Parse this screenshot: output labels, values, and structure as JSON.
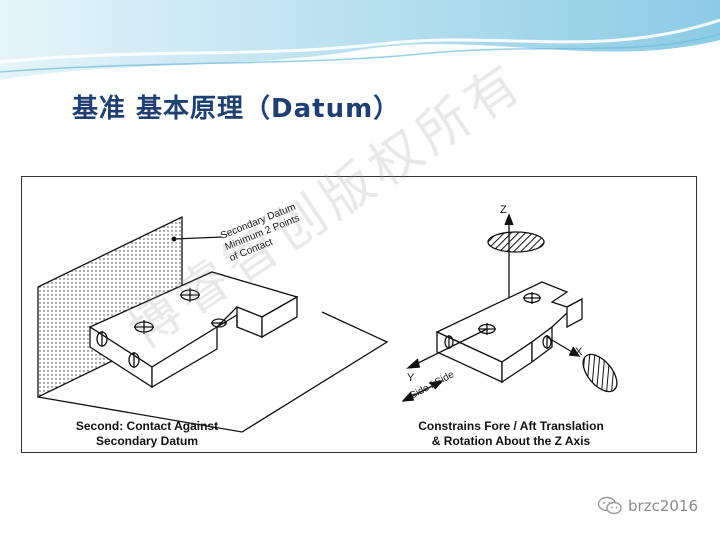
{
  "slide": {
    "title": "基准 基本原理（Datum）"
  },
  "figure": {
    "left_panel": {
      "callout_line1": "Secondary Datum",
      "callout_line2": "Minimum 2 Points",
      "callout_line3": "of Contact",
      "caption_line1": "Second: Contact Against",
      "caption_line2": "Secondary Datum"
    },
    "right_panel": {
      "axis_z": "Z",
      "axis_y": "Y",
      "axis_x": "X",
      "side_label": "Side / Side",
      "caption_line1": "Constrains Fore / Aft Translation",
      "caption_line2": "& Rotation About the Z Axis"
    }
  },
  "watermark": {
    "text": "博睿智创版权所有"
  },
  "footer": {
    "account": "brzc2016",
    "icon": "wechat-icon"
  },
  "colors": {
    "title": "#1f3f70",
    "wave_light": "#cde8f3",
    "wave_mid": "#9fd3e8",
    "wave_dark": "#6bbad9"
  }
}
